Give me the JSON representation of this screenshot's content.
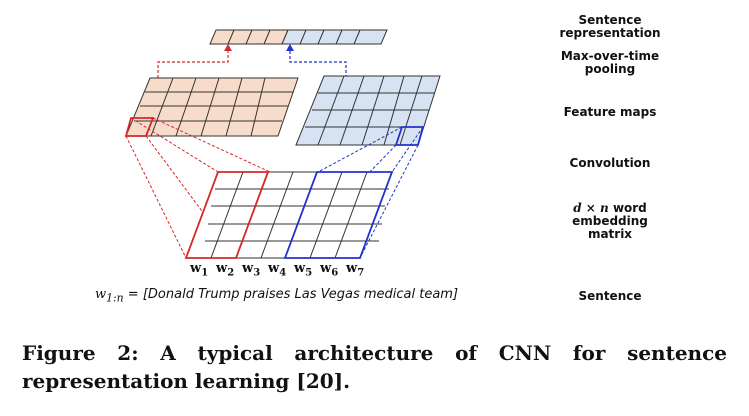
{
  "labels": {
    "sentence_representation": [
      "Sentence",
      "representation"
    ],
    "max_over_time_pooling": [
      "Max-over-time",
      "pooling"
    ],
    "feature_maps": "Feature maps",
    "convolution": "Convolution",
    "embedding_matrix_math": "d × n",
    "embedding_matrix_rest": [
      "word",
      "embedding",
      "matrix"
    ],
    "sentence": "Sentence"
  },
  "words": [
    {
      "base": "w",
      "sub": "1"
    },
    {
      "base": "w",
      "sub": "2"
    },
    {
      "base": "w",
      "sub": "3"
    },
    {
      "base": "w",
      "sub": "4"
    },
    {
      "base": "w",
      "sub": "5"
    },
    {
      "base": "w",
      "sub": "6"
    },
    {
      "base": "w",
      "sub": "7"
    }
  ],
  "sentence_equation": {
    "var": "w",
    "var_sub": "1:n",
    "equals": "=",
    "text": "[Donald Trump praises Las Vegas medical team]"
  },
  "caption": "Figure 2: A typical architecture of CNN for sentence representation learning [20].",
  "colors": {
    "red": "#d62828",
    "blue": "#2233cc",
    "orange_fill": "#f7dccb",
    "blue_fill": "#d7e3f2",
    "grid": "#333333"
  }
}
